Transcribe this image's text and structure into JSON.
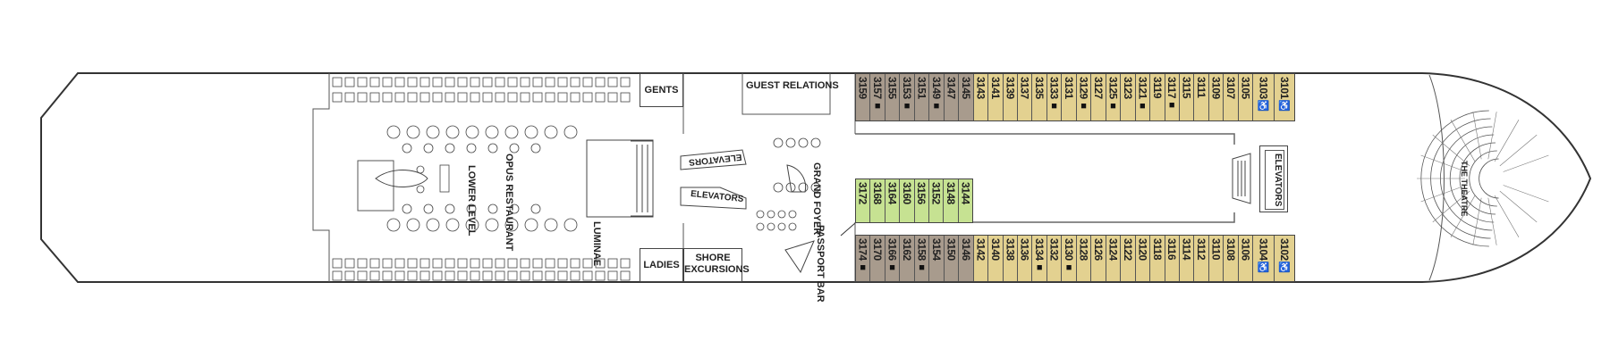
{
  "colors": {
    "taupe": "#a89b8d",
    "yellow": "#e3d190",
    "green": "#c6e292",
    "line": "#444444"
  },
  "labels": {
    "gents": "GENTS",
    "ladies": "LADIES",
    "guest_relations": "GUEST RELATIONS",
    "shore_excursions": "SHORE EXCURSIONS",
    "elevators_fwd_top": "ELEVATORS",
    "elevators_fwd_bottom": "ELEVATORS",
    "elevators_aft": "ELEVATORS",
    "grand_foyer": "GRAND FOYER",
    "passport_bar": "PASSPORT BAR",
    "opus_restaurant": "OPUS RESTAURANT",
    "lower_level": "LOWER LEVEL",
    "luminae": "LUMINAE",
    "the_theatre": "THE THEATRE"
  },
  "cabins": {
    "top": [
      {
        "n": "3159",
        "c": "taupe",
        "m": ""
      },
      {
        "n": "3157",
        "c": "taupe",
        "m": "square"
      },
      {
        "n": "3155",
        "c": "taupe",
        "m": ""
      },
      {
        "n": "3153",
        "c": "taupe",
        "m": "square"
      },
      {
        "n": "3151",
        "c": "taupe",
        "m": ""
      },
      {
        "n": "3149",
        "c": "taupe",
        "m": "square"
      },
      {
        "n": "3147",
        "c": "taupe",
        "m": ""
      },
      {
        "n": "3145",
        "c": "taupe",
        "m": ""
      },
      {
        "n": "3143",
        "c": "yellow",
        "m": ""
      },
      {
        "n": "3141",
        "c": "yellow",
        "m": ""
      },
      {
        "n": "3139",
        "c": "yellow",
        "m": ""
      },
      {
        "n": "3137",
        "c": "yellow",
        "m": ""
      },
      {
        "n": "3135",
        "c": "yellow",
        "m": ""
      },
      {
        "n": "3133",
        "c": "yellow",
        "m": "square"
      },
      {
        "n": "3131",
        "c": "yellow",
        "m": ""
      },
      {
        "n": "3129",
        "c": "yellow",
        "m": "square"
      },
      {
        "n": "3127",
        "c": "yellow",
        "m": ""
      },
      {
        "n": "3125",
        "c": "yellow",
        "m": "square"
      },
      {
        "n": "3123",
        "c": "yellow",
        "m": ""
      },
      {
        "n": "3121",
        "c": "yellow",
        "m": "square"
      },
      {
        "n": "3119",
        "c": "yellow",
        "m": ""
      },
      {
        "n": "3117",
        "c": "yellow",
        "m": "square"
      },
      {
        "n": "3115",
        "c": "yellow",
        "m": ""
      },
      {
        "n": "3111",
        "c": "yellow",
        "m": ""
      },
      {
        "n": "3109",
        "c": "yellow",
        "m": ""
      },
      {
        "n": "3107",
        "c": "yellow",
        "m": ""
      },
      {
        "n": "3105",
        "c": "yellow",
        "m": ""
      },
      {
        "n": "3103",
        "c": "yellow",
        "m": "wheelchair"
      },
      {
        "n": "3101",
        "c": "yellow",
        "m": "wheelchair"
      }
    ],
    "middle": [
      {
        "n": "3172",
        "c": "green",
        "m": ""
      },
      {
        "n": "3168",
        "c": "green",
        "m": ""
      },
      {
        "n": "3164",
        "c": "green",
        "m": ""
      },
      {
        "n": "3160",
        "c": "green",
        "m": ""
      },
      {
        "n": "3156",
        "c": "green",
        "m": ""
      },
      {
        "n": "3152",
        "c": "green",
        "m": ""
      },
      {
        "n": "3148",
        "c": "green",
        "m": ""
      },
      {
        "n": "3144",
        "c": "green",
        "m": ""
      }
    ],
    "bottom": [
      {
        "n": "3174",
        "c": "taupe",
        "m": "square"
      },
      {
        "n": "3170",
        "c": "taupe",
        "m": ""
      },
      {
        "n": "3166",
        "c": "taupe",
        "m": "square"
      },
      {
        "n": "3162",
        "c": "taupe",
        "m": ""
      },
      {
        "n": "3158",
        "c": "taupe",
        "m": "square"
      },
      {
        "n": "3154",
        "c": "taupe",
        "m": ""
      },
      {
        "n": "3150",
        "c": "taupe",
        "m": ""
      },
      {
        "n": "3146",
        "c": "taupe",
        "m": ""
      },
      {
        "n": "3142",
        "c": "yellow",
        "m": ""
      },
      {
        "n": "3140",
        "c": "yellow",
        "m": ""
      },
      {
        "n": "3138",
        "c": "yellow",
        "m": ""
      },
      {
        "n": "3136",
        "c": "yellow",
        "m": ""
      },
      {
        "n": "3134",
        "c": "yellow",
        "m": "square"
      },
      {
        "n": "3132",
        "c": "yellow",
        "m": ""
      },
      {
        "n": "3130",
        "c": "yellow",
        "m": "square"
      },
      {
        "n": "3128",
        "c": "yellow",
        "m": ""
      },
      {
        "n": "3126",
        "c": "yellow",
        "m": ""
      },
      {
        "n": "3124",
        "c": "yellow",
        "m": ""
      },
      {
        "n": "3122",
        "c": "yellow",
        "m": ""
      },
      {
        "n": "3120",
        "c": "yellow",
        "m": ""
      },
      {
        "n": "3118",
        "c": "yellow",
        "m": ""
      },
      {
        "n": "3116",
        "c": "yellow",
        "m": ""
      },
      {
        "n": "3114",
        "c": "yellow",
        "m": ""
      },
      {
        "n": "3112",
        "c": "yellow",
        "m": ""
      },
      {
        "n": "3110",
        "c": "yellow",
        "m": ""
      },
      {
        "n": "3108",
        "c": "yellow",
        "m": ""
      },
      {
        "n": "3106",
        "c": "yellow",
        "m": ""
      },
      {
        "n": "3104",
        "c": "yellow",
        "m": "wheelchair"
      },
      {
        "n": "3102",
        "c": "yellow",
        "m": "wheelchair"
      }
    ]
  }
}
